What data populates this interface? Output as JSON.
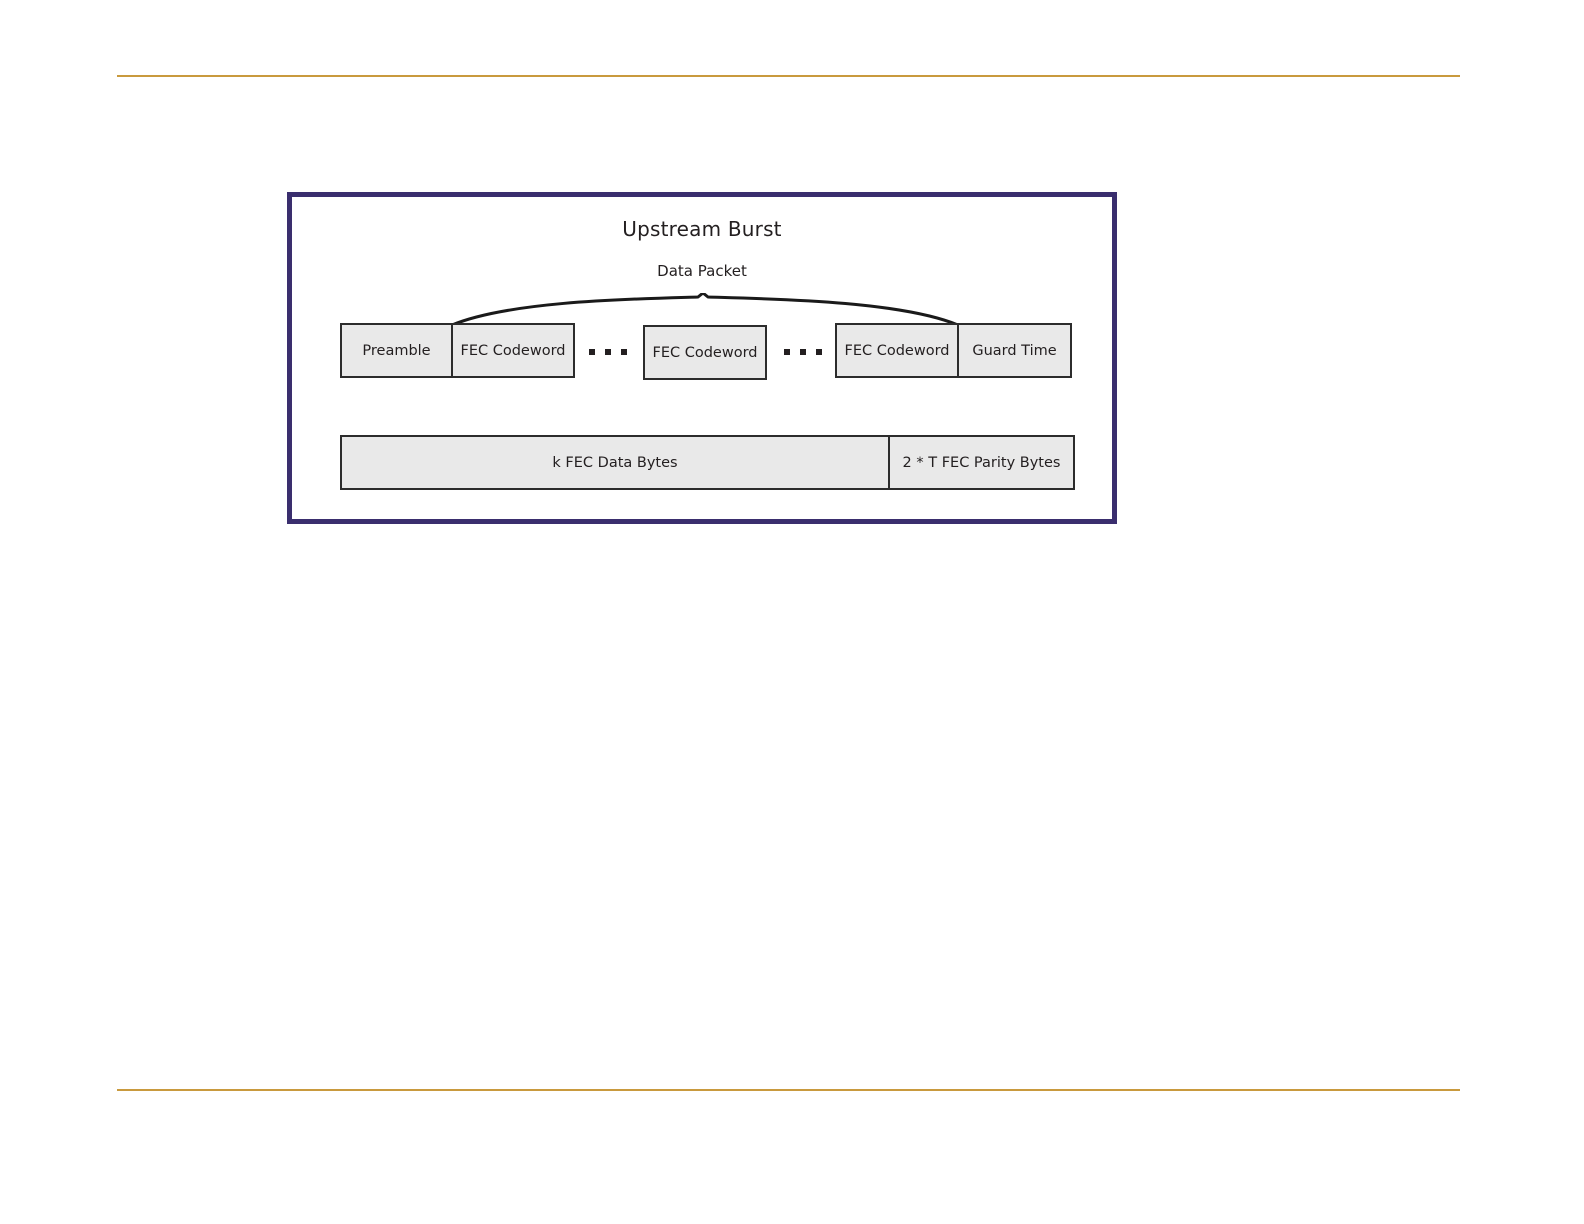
{
  "page": {
    "rules": {
      "color": "#c99a3e"
    },
    "background": "#ffffff"
  },
  "figure": {
    "frame_color": "#3a2e6e",
    "fill_color": "#e9e9e9",
    "stroke_color": "#2c2c2c",
    "title": "Upstream Burst",
    "sublabel": "Data Packet",
    "brace": {
      "label": "Data Packet",
      "spans": [
        "FEC Codeword",
        "FEC Codeword",
        "FEC Codeword"
      ]
    },
    "burst_row": {
      "groups": [
        {
          "name": "left-group",
          "segments": [
            {
              "label": "Preamble"
            },
            {
              "label": "FEC Codeword"
            }
          ]
        },
        {
          "name": "middle-group",
          "segments": [
            {
              "label": "FEC Codeword"
            }
          ]
        },
        {
          "name": "right-group",
          "segments": [
            {
              "label": "FEC Codeword"
            },
            {
              "label": "Guard Time"
            }
          ]
        }
      ],
      "ellipses": [
        {
          "name": "ellipsis-1",
          "dots": 3
        },
        {
          "name": "ellipsis-2",
          "dots": 3
        }
      ]
    },
    "codeword_bar": {
      "data_field": "k FEC Data Bytes",
      "parity_field": "2 * T FEC Parity Bytes"
    }
  }
}
